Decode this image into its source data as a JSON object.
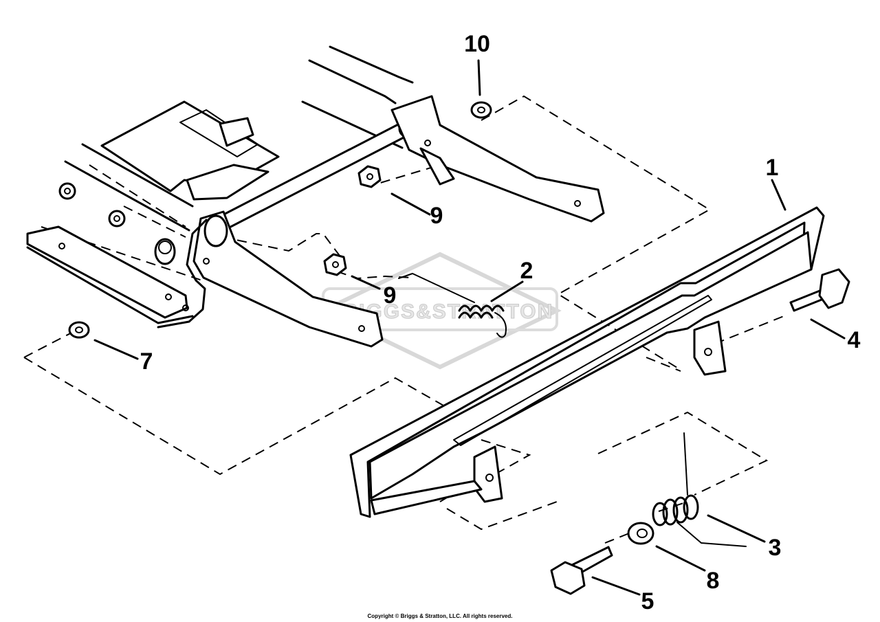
{
  "watermark": {
    "text": "BRIGGS&STRATTON"
  },
  "callouts": {
    "c1": "1",
    "c2": "2",
    "c3": "3",
    "c4": "4",
    "c5": "5",
    "c7": "7",
    "c8": "8",
    "c9a": "9",
    "c9b": "9",
    "c10": "10"
  },
  "copyright": "Copyright © Briggs & Stratton, LLC. All rights reserved."
}
